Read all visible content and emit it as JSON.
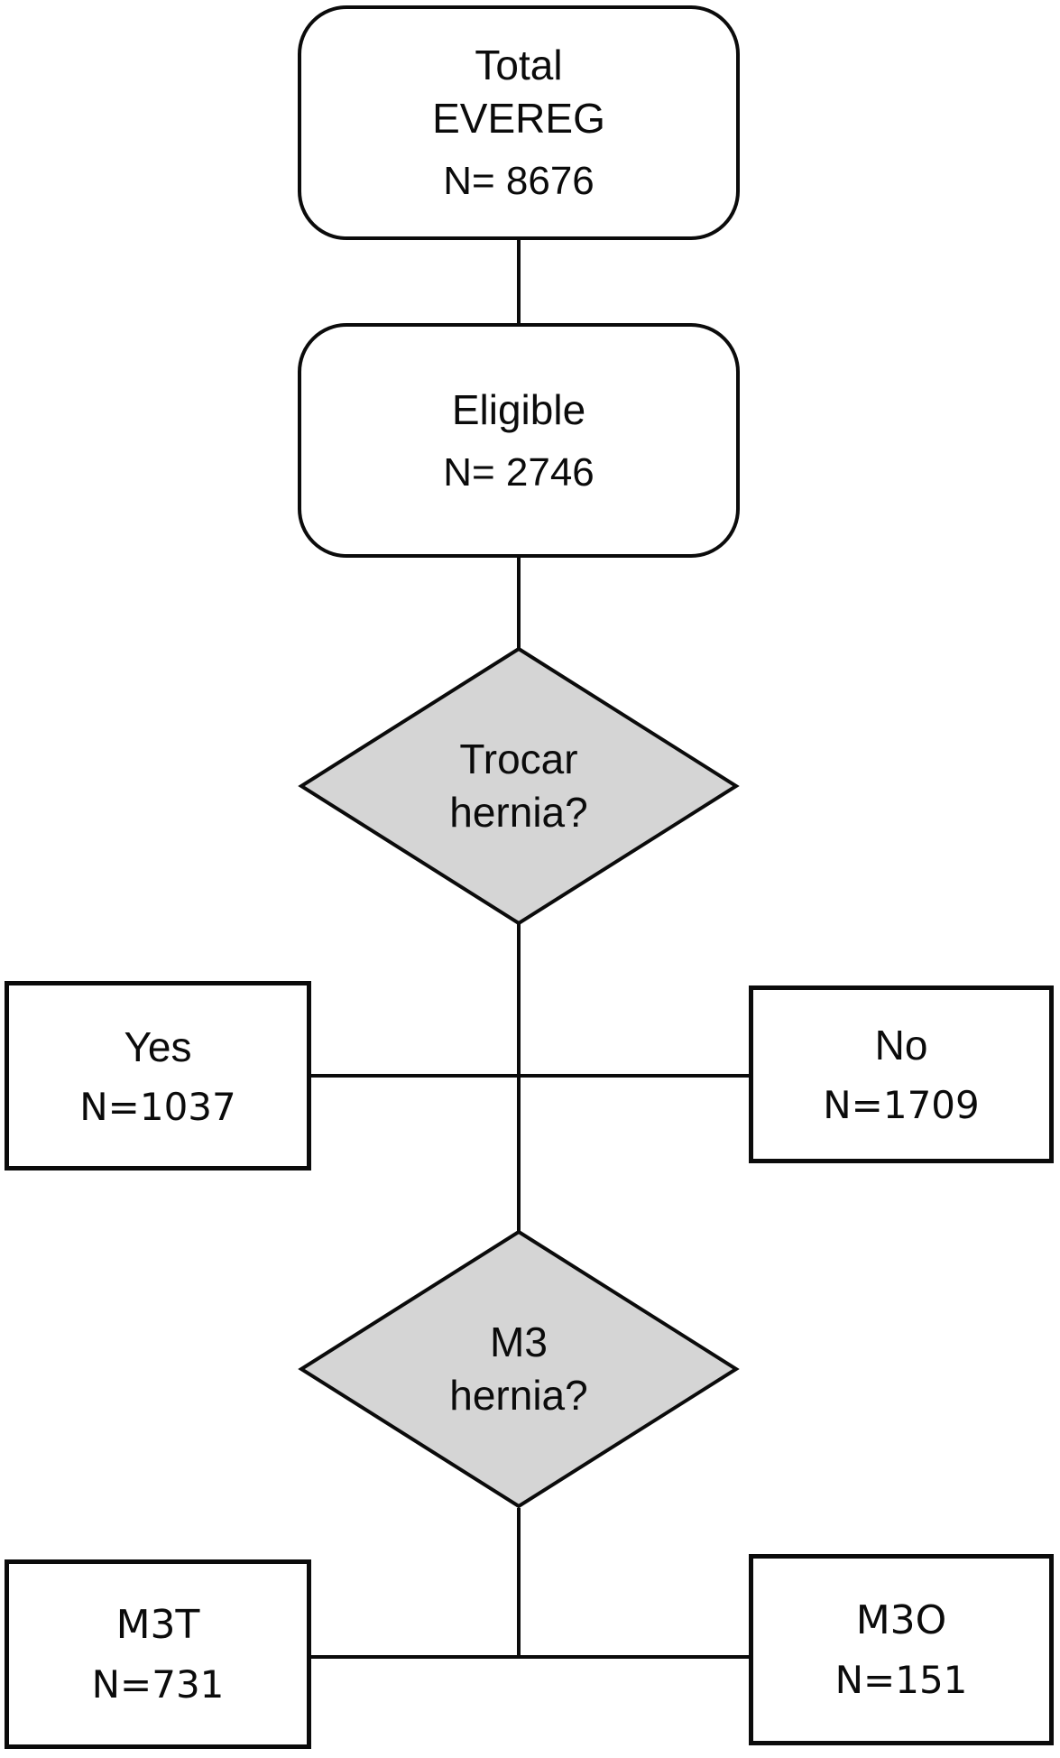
{
  "diagram": {
    "type": "flowchart",
    "colors": {
      "background": "#ffffff",
      "line": "#0b0b0b",
      "diamond_fill": "#d5d5d5",
      "box_fill": "#ffffff"
    },
    "nodes": {
      "total": {
        "shape": "rounded-rect",
        "line1": "Total",
        "line2": "EVEREG",
        "count": "N= 8676"
      },
      "eligible": {
        "shape": "rounded-rect",
        "line1": "Eligible",
        "count": "N= 2746"
      },
      "trocar": {
        "shape": "diamond",
        "line1": "Trocar",
        "line2": "hernia?"
      },
      "yes": {
        "shape": "rect",
        "line1": "Yes",
        "count": "N=1037"
      },
      "no": {
        "shape": "rect",
        "line1": "No",
        "count": "N=1709"
      },
      "m3": {
        "shape": "diamond",
        "line1": "M3",
        "line2": "hernia?"
      },
      "m3t": {
        "shape": "rect",
        "line1": "M3T",
        "count": "N=731"
      },
      "m3o": {
        "shape": "rect",
        "line1": "M3O",
        "count": "N=151"
      }
    }
  }
}
